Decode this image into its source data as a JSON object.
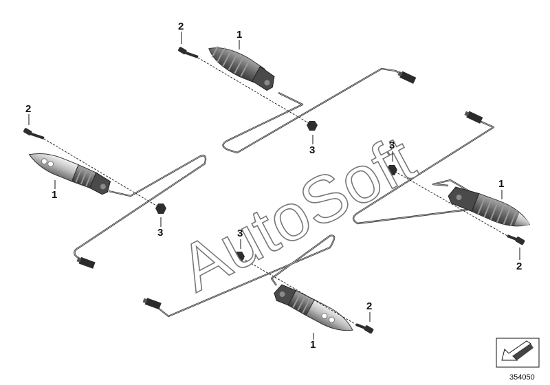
{
  "diagram": {
    "watermark": "AutoSoft",
    "doc_number": "354050",
    "callouts": {
      "indicator_a": "1",
      "screw_a": "2",
      "nut_a": "3",
      "indicator_b": "1",
      "screw_b": "2",
      "nut_b": "3",
      "indicator_c": "1",
      "screw_c": "2",
      "nut_c": "3",
      "indicator_d": "1",
      "screw_d": "2",
      "nut_d": "3"
    },
    "icons": [
      "turn-indicator-icon",
      "screw-icon",
      "nut-icon",
      "connector-icon",
      "arrow-symbol-icon"
    ]
  }
}
